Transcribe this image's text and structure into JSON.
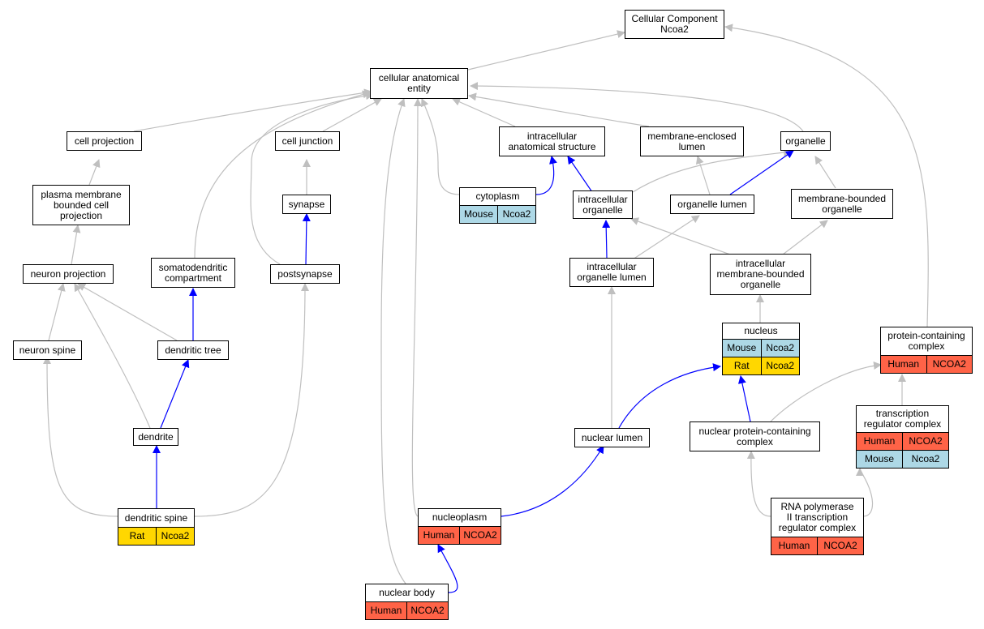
{
  "colors": {
    "Human": "#ff6347",
    "Mouse": "#add8e6",
    "Rat": "#ffd700",
    "edge_gray": "#bfbfbf",
    "edge_blue": "#0000ff"
  },
  "nodes": [
    {
      "id": "cc",
      "label": "Cellular Component\nNcoa2",
      "rows": []
    },
    {
      "id": "cae",
      "label": "cellular anatomical\nentity",
      "rows": []
    },
    {
      "id": "cellproj",
      "label": "cell projection",
      "rows": []
    },
    {
      "id": "celljunc",
      "label": "cell junction",
      "rows": []
    },
    {
      "id": "ias",
      "label": "intracellular\nanatomical structure",
      "rows": []
    },
    {
      "id": "mel",
      "label": "membrane-enclosed\nlumen",
      "rows": []
    },
    {
      "id": "organelle",
      "label": "organelle",
      "rows": []
    },
    {
      "id": "pmbcp",
      "label": "plasma membrane\nbounded cell\nprojection",
      "rows": []
    },
    {
      "id": "synapse",
      "label": "synapse",
      "rows": []
    },
    {
      "id": "cytoplasm",
      "label": "cytoplasm",
      "rows": [
        [
          "Mouse",
          "Ncoa2"
        ]
      ]
    },
    {
      "id": "iorg",
      "label": "intracellular\norganelle",
      "rows": []
    },
    {
      "id": "orglumen",
      "label": "organelle lumen",
      "rows": []
    },
    {
      "id": "mborg",
      "label": "membrane-bounded\norganelle",
      "rows": []
    },
    {
      "id": "neuronproj",
      "label": "neuron projection",
      "rows": []
    },
    {
      "id": "somato",
      "label": "somatodendritic\ncompartment",
      "rows": []
    },
    {
      "id": "postsyn",
      "label": "postsynapse",
      "rows": []
    },
    {
      "id": "iol",
      "label": "intracellular\norganelle lumen",
      "rows": []
    },
    {
      "id": "imbo",
      "label": "intracellular\nmembrane-bounded\norganelle",
      "rows": []
    },
    {
      "id": "nucleus",
      "label": "nucleus",
      "rows": [
        [
          "Mouse",
          "Ncoa2"
        ],
        [
          "Rat",
          "Ncoa2"
        ]
      ]
    },
    {
      "id": "pcc",
      "label": "protein-containing\ncomplex",
      "rows": [
        [
          "Human",
          "NCOA2"
        ]
      ]
    },
    {
      "id": "neuronspine",
      "label": "neuron spine",
      "rows": []
    },
    {
      "id": "dendtree",
      "label": "dendritic tree",
      "rows": []
    },
    {
      "id": "tfcomplex",
      "label": "transcription\nregulator complex",
      "rows": [
        [
          "Human",
          "NCOA2"
        ],
        [
          "Mouse",
          "Ncoa2"
        ]
      ]
    },
    {
      "id": "dendrite",
      "label": "dendrite",
      "rows": []
    },
    {
      "id": "nuclumen",
      "label": "nuclear lumen",
      "rows": []
    },
    {
      "id": "npcc",
      "label": "nuclear protein-containing\ncomplex",
      "rows": []
    },
    {
      "id": "dendspine",
      "label": "dendritic spine",
      "rows": [
        [
          "Rat",
          "Ncoa2"
        ]
      ]
    },
    {
      "id": "nucleoplasm",
      "label": "nucleoplasm",
      "rows": [
        [
          "Human",
          "NCOA2"
        ]
      ]
    },
    {
      "id": "rnap",
      "label": "RNA polymerase\nII transcription\nregulator complex",
      "rows": [
        [
          "Human",
          "NCOA2"
        ]
      ]
    },
    {
      "id": "nucbody",
      "label": "nuclear body",
      "rows": [
        [
          "Human",
          "NCOA2"
        ]
      ]
    }
  ]
}
